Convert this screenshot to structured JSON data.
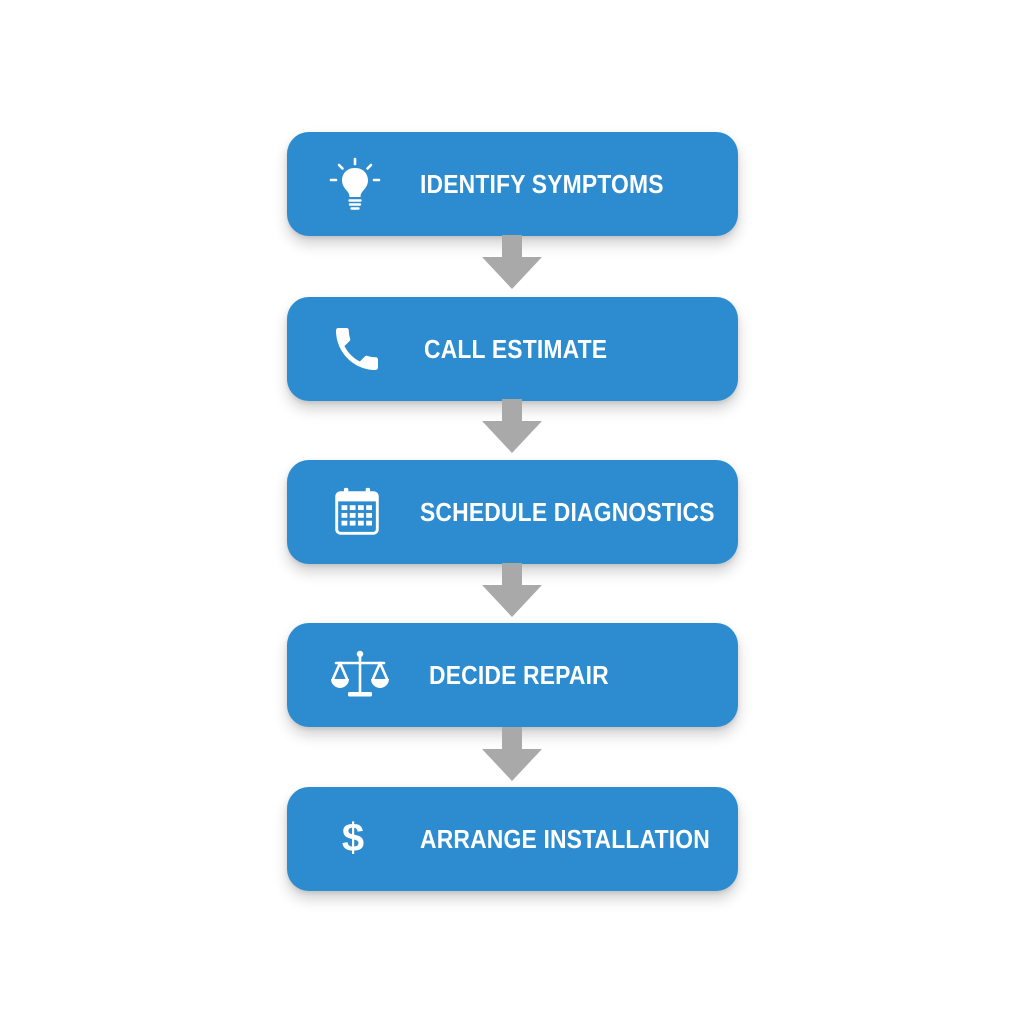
{
  "steps": [
    {
      "label": "IDENTIFY SYMPTOMS",
      "icon": "lightbulb-icon"
    },
    {
      "label": "CALL ESTIMATE",
      "icon": "phone-icon"
    },
    {
      "label": "SCHEDULE DIAGNOSTICS",
      "icon": "calendar-icon"
    },
    {
      "label": "DECIDE REPAIR",
      "icon": "scales-icon"
    },
    {
      "label": "ARRANGE INSTALLATION",
      "icon": "dollar-icon"
    }
  ],
  "colors": {
    "box": "#2d8ccf",
    "text": "#ffffff",
    "arrow": "#a9a9a9",
    "background": "#ffffff"
  }
}
